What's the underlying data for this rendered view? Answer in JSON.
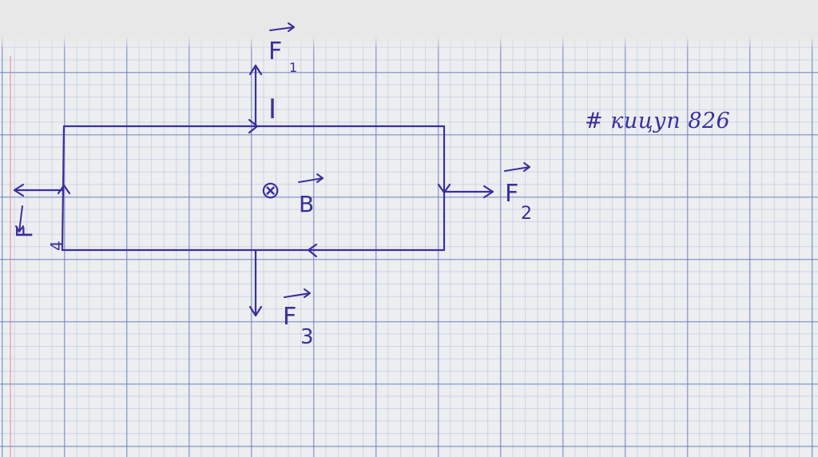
{
  "figure": {
    "current_label": "I",
    "field_label": "B",
    "field_symbol": "⊗",
    "forces": [
      {
        "symbol": "F",
        "subscript": "1"
      },
      {
        "symbol": "F",
        "subscript": "2"
      },
      {
        "symbol": "F",
        "subscript": "3"
      },
      {
        "symbol": "F",
        "subscript": "4"
      }
    ],
    "note": "# кицуп 826",
    "ink_color": "#3a2f9c"
  }
}
